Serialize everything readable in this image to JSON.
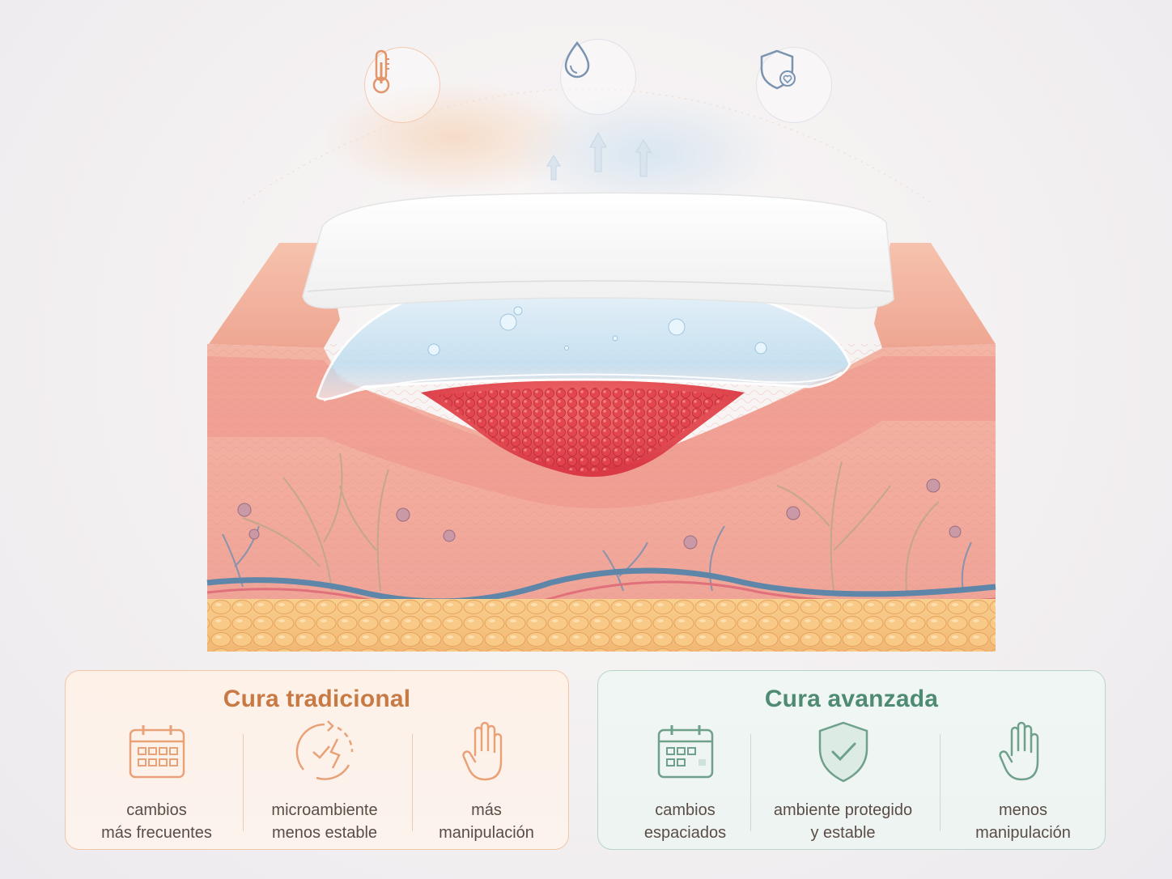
{
  "icons_top": [
    {
      "name": "thermometer-icon",
      "color": "#e2946a"
    },
    {
      "name": "water-drop-icon",
      "color": "#7a93b0"
    },
    {
      "name": "shield-heart-icon",
      "color": "#7a93b0"
    }
  ],
  "colors": {
    "traditional_accent": "#c87a45",
    "advanced_accent": "#4f8b73",
    "skin": "#f0b3a4",
    "wound": "#e24c53",
    "fat": "#f6c27a",
    "vein": "#5d86a8",
    "dressing": "#ffffff",
    "moist_gel": "#bcdcef"
  },
  "traditional": {
    "title": "Cura tradicional",
    "items": [
      {
        "icon": "calendar-icon",
        "line1": "cambios",
        "line2": "más frecuentes"
      },
      {
        "icon": "broken-cycle-icon",
        "line1": "microambiente",
        "line2": "menos estable"
      },
      {
        "icon": "hand-icon",
        "line1": "más",
        "line2": "manipulación"
      }
    ]
  },
  "advanced": {
    "title": "Cura avanzada",
    "items": [
      {
        "icon": "calendar-icon",
        "line1": "cambios",
        "line2": "espaciados"
      },
      {
        "icon": "shield-check-icon",
        "line1": "ambiente protegido",
        "line2": "y estable"
      },
      {
        "icon": "hand-icon",
        "line1": "menos",
        "line2": "manipulación"
      }
    ]
  }
}
